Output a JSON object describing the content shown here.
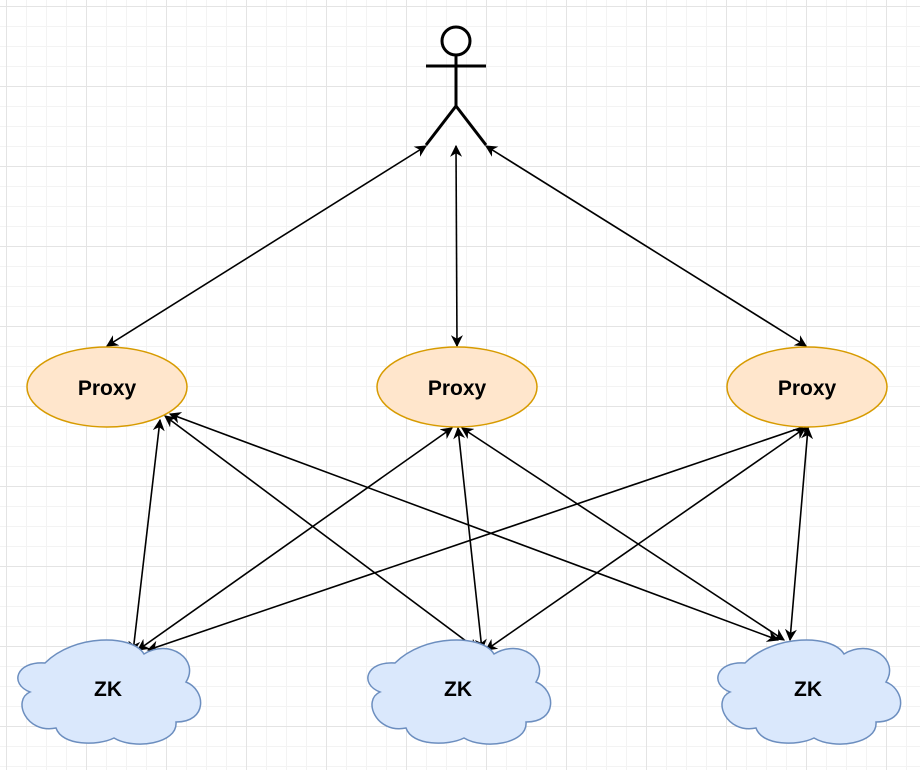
{
  "diagram": {
    "actor": {
      "icon": "stick-figure-user-icon"
    },
    "proxies": [
      {
        "label": "Proxy"
      },
      {
        "label": "Proxy"
      },
      {
        "label": "Proxy"
      }
    ],
    "zk_nodes": [
      {
        "label": "ZK"
      },
      {
        "label": "ZK"
      },
      {
        "label": "ZK"
      }
    ],
    "colors": {
      "proxy_fill": "#ffe6cc",
      "proxy_stroke": "#d79b00",
      "zk_fill": "#dae8fc",
      "zk_stroke": "#6c8ebf",
      "edge": "#000000"
    },
    "edges": [
      {
        "from": "actor",
        "to": "proxy-0",
        "bidirectional": true
      },
      {
        "from": "actor",
        "to": "proxy-1",
        "bidirectional": true
      },
      {
        "from": "actor",
        "to": "proxy-2",
        "bidirectional": true
      },
      {
        "from": "proxy-0",
        "to": "zk-0",
        "bidirectional": true
      },
      {
        "from": "proxy-0",
        "to": "zk-1",
        "bidirectional": true
      },
      {
        "from": "proxy-0",
        "to": "zk-2",
        "bidirectional": true
      },
      {
        "from": "proxy-1",
        "to": "zk-0",
        "bidirectional": true
      },
      {
        "from": "proxy-1",
        "to": "zk-1",
        "bidirectional": true
      },
      {
        "from": "proxy-1",
        "to": "zk-2",
        "bidirectional": true
      },
      {
        "from": "proxy-2",
        "to": "zk-0",
        "bidirectional": true
      },
      {
        "from": "proxy-2",
        "to": "zk-1",
        "bidirectional": true
      },
      {
        "from": "proxy-2",
        "to": "zk-2",
        "bidirectional": true
      }
    ]
  }
}
